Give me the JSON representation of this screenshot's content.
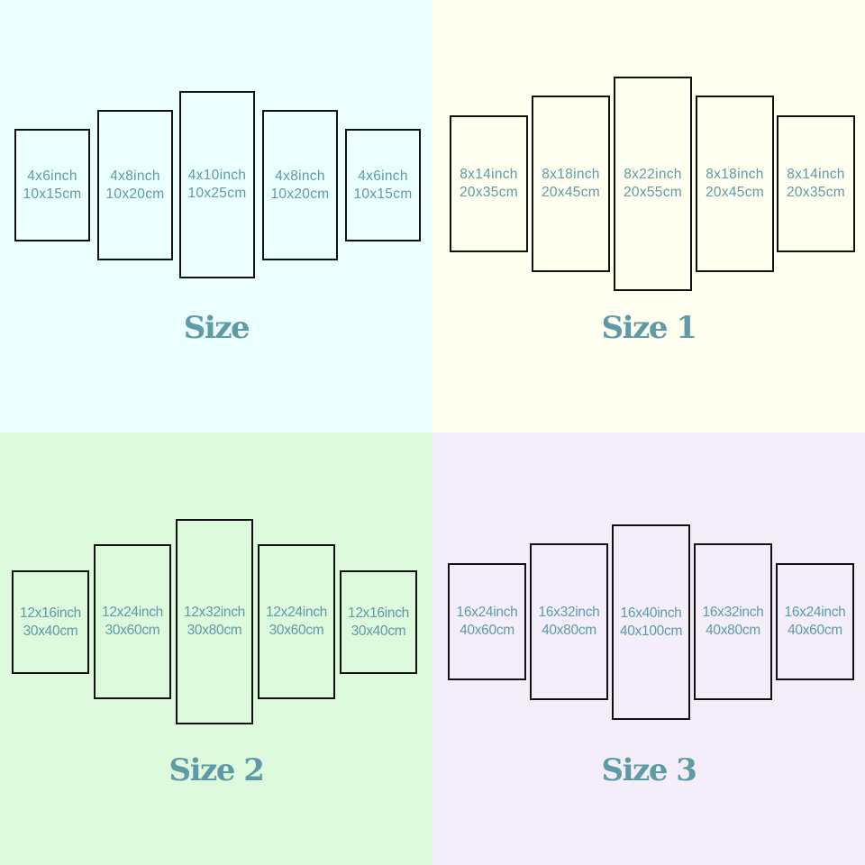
{
  "background_colors": [
    "#ebffff",
    "#fffff0",
    "#ddfadd",
    "#f3eefa"
  ],
  "text_color": "#5e9ba6",
  "frame_color": "#111111",
  "size_groups": [
    {
      "title": "Size",
      "panels": [
        {
          "inch": "4x6inch",
          "cm": "10x15cm"
        },
        {
          "inch": "4x8inch",
          "cm": "10x20cm"
        },
        {
          "inch": "4x10inch",
          "cm": "10x25cm"
        },
        {
          "inch": "4x8inch",
          "cm": "10x20cm"
        },
        {
          "inch": "4x6inch",
          "cm": "10x15cm"
        }
      ]
    },
    {
      "title": "Size 1",
      "panels": [
        {
          "inch": "8x14inch",
          "cm": "20x35cm"
        },
        {
          "inch": "8x18inch",
          "cm": "20x45cm"
        },
        {
          "inch": "8x22inch",
          "cm": "20x55cm"
        },
        {
          "inch": "8x18inch",
          "cm": "20x45cm"
        },
        {
          "inch": "8x14inch",
          "cm": "20x35cm"
        }
      ]
    },
    {
      "title": "Size 2",
      "panels": [
        {
          "inch": "12x16inch",
          "cm": "30x40cm"
        },
        {
          "inch": "12x24inch",
          "cm": "30x60cm"
        },
        {
          "inch": "12x32inch",
          "cm": "30x80cm"
        },
        {
          "inch": "12x24inch",
          "cm": "30x60cm"
        },
        {
          "inch": "12x16inch",
          "cm": "30x40cm"
        }
      ]
    },
    {
      "title": "Size 3",
      "panels": [
        {
          "inch": "16x24inch",
          "cm": "40x60cm"
        },
        {
          "inch": "16x32inch",
          "cm": "40x80cm"
        },
        {
          "inch": "16x40inch",
          "cm": "40x100cm"
        },
        {
          "inch": "16x32inch",
          "cm": "40x80cm"
        },
        {
          "inch": "16x24inch",
          "cm": "40x60cm"
        }
      ]
    }
  ]
}
